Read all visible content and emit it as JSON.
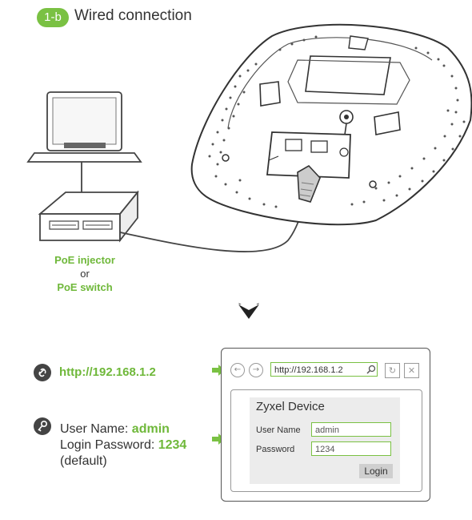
{
  "step": {
    "badge": "1-b",
    "title": "Wired connection"
  },
  "labels": {
    "injector": "PoE injector",
    "or": "or",
    "switch": "PoE switch"
  },
  "connection": {
    "url": "http://192.168.1.2",
    "username_label": "User Name: ",
    "username_value": "admin",
    "password_label": "Login Password: ",
    "password_value": "1234",
    "default_note": "(default)"
  },
  "browser": {
    "address": "http://192.168.1.2",
    "panel_title": "Zyxel Device",
    "username_label": "User Name",
    "username_value": "admin",
    "password_label": "Password",
    "password_value": "1234",
    "login_label": "Login"
  },
  "colors": {
    "accent": "#7ac143",
    "text": "#333333"
  },
  "icons": [
    "link-icon",
    "key-icon",
    "back-icon",
    "forward-icon",
    "search-icon",
    "refresh-icon",
    "close-icon"
  ]
}
